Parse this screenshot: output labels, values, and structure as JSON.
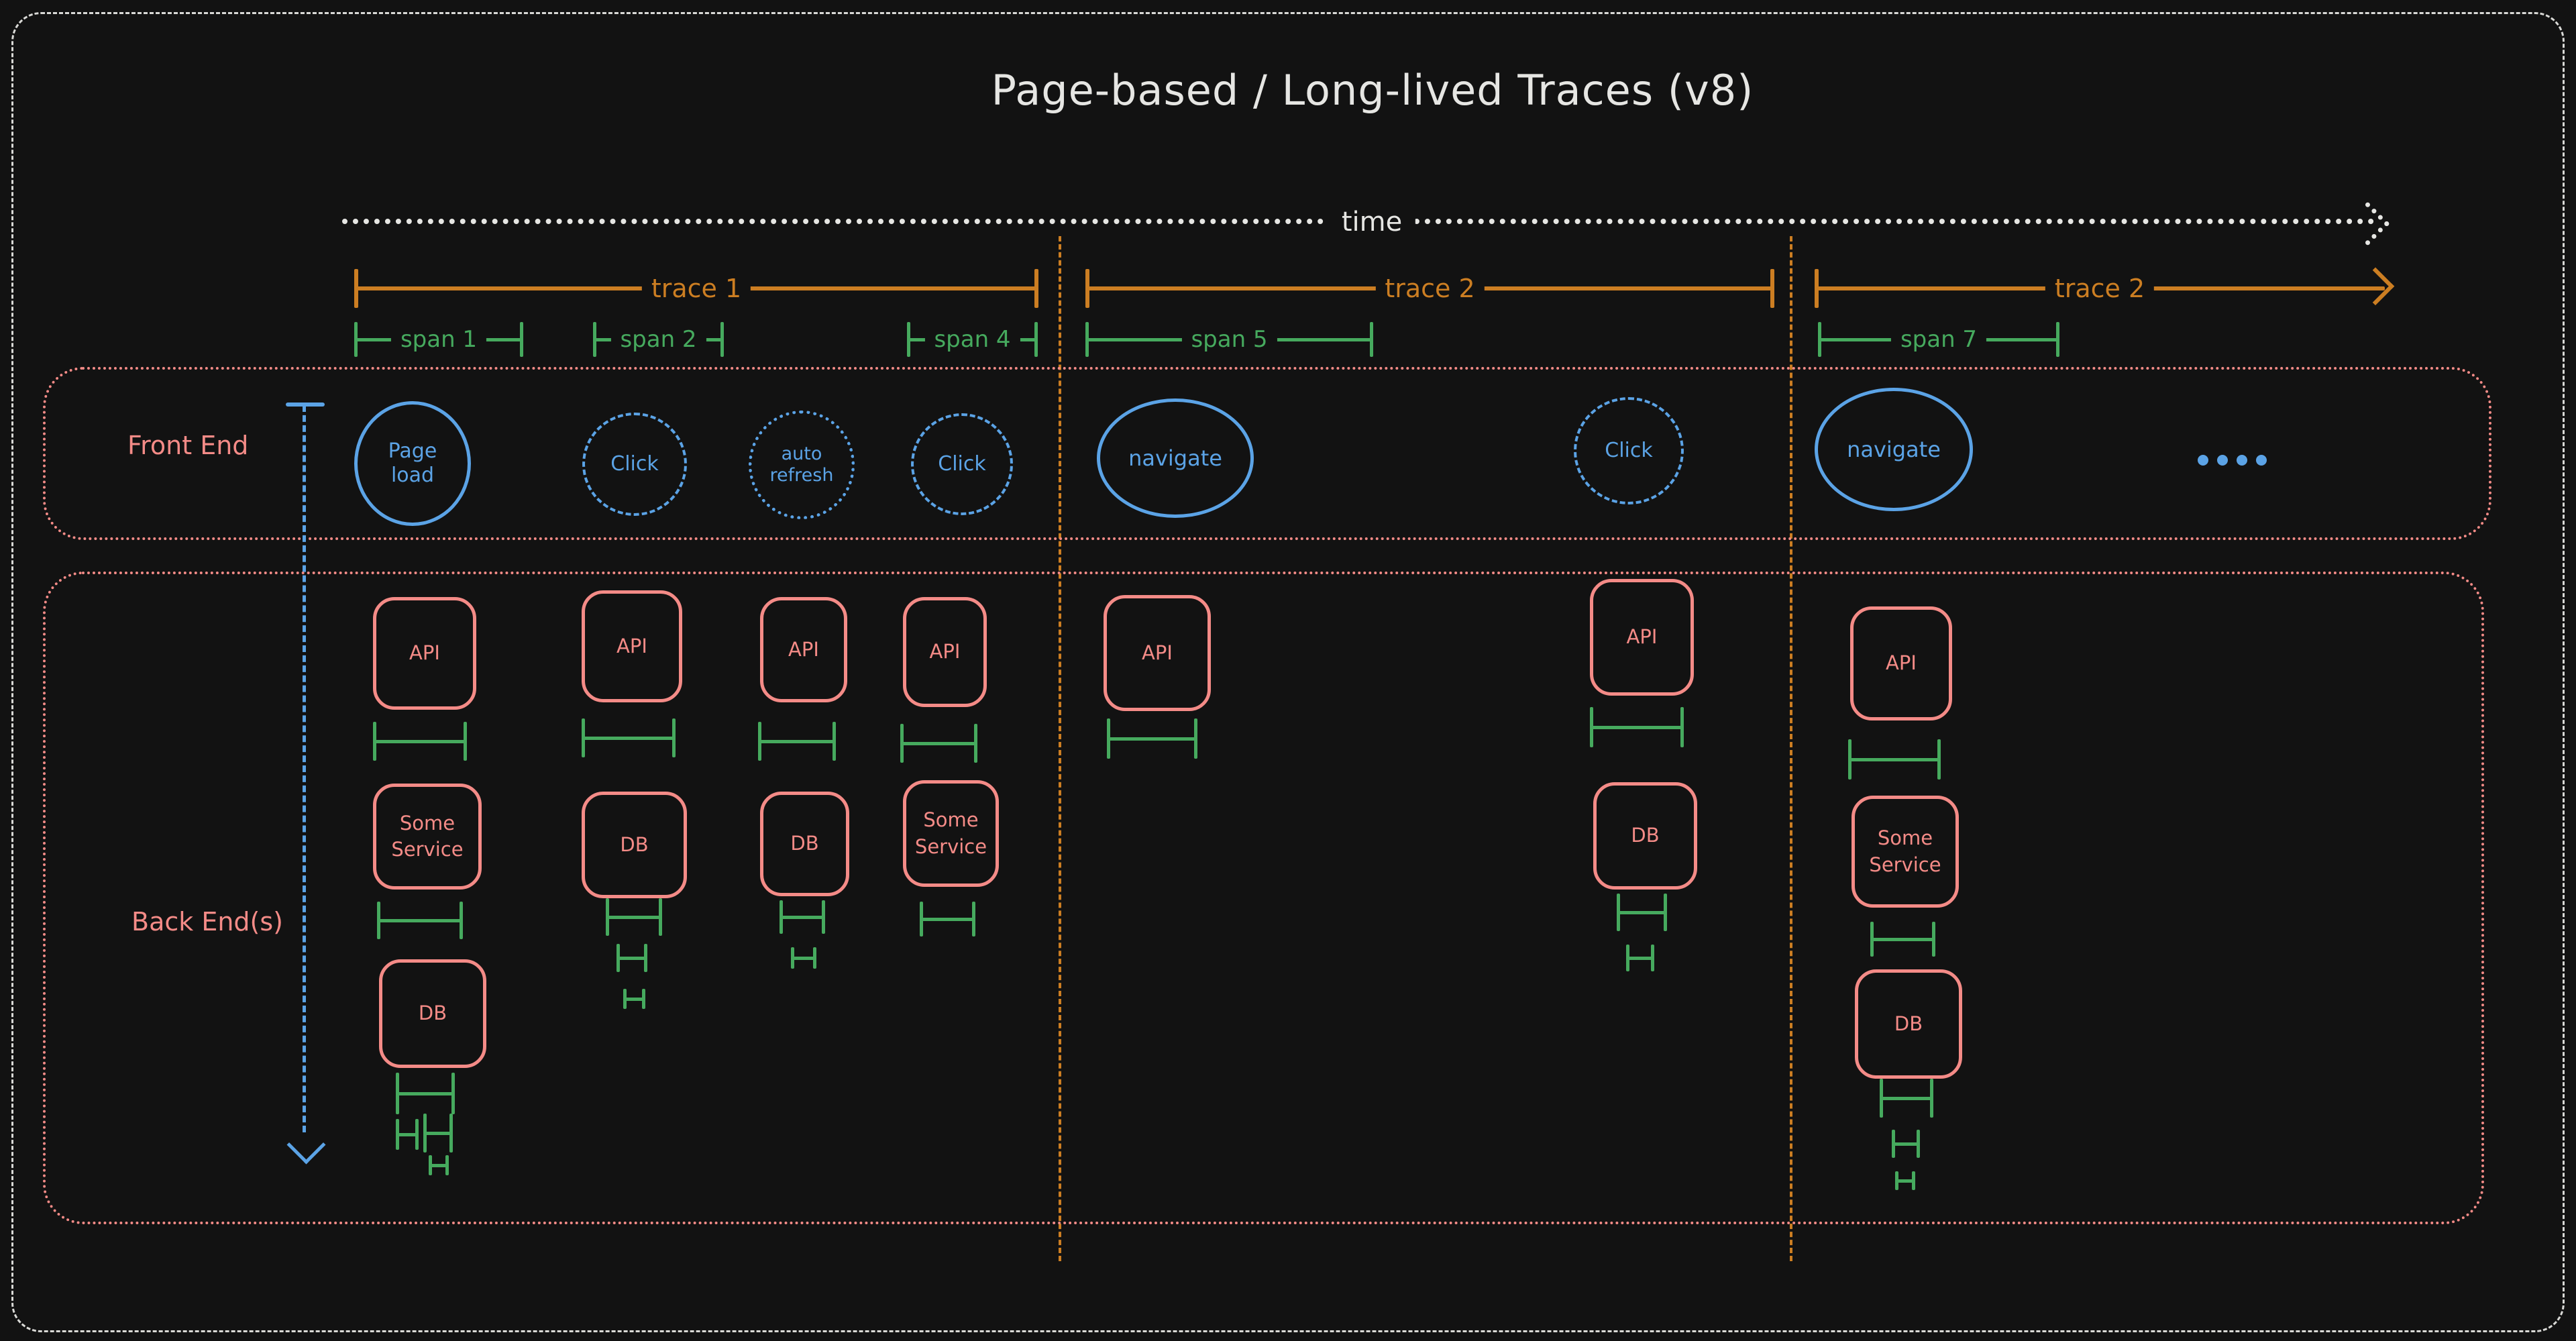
{
  "title": "Page-based / Long-lived Traces (v8)",
  "time_label": "time",
  "row_labels": {
    "frontend": "Front End",
    "backend": "Back End(s)"
  },
  "traces": [
    {
      "label": "trace 1"
    },
    {
      "label": "trace 2"
    },
    {
      "label": "trace 2"
    }
  ],
  "spans": [
    {
      "label": "span 1"
    },
    {
      "label": "span 2"
    },
    {
      "label": "span 4"
    },
    {
      "label": "span 5"
    },
    {
      "label": "span 7"
    }
  ],
  "frontend_events": [
    {
      "style": "solid",
      "lines": [
        "Page",
        "load"
      ]
    },
    {
      "style": "dashed",
      "lines": [
        "Click"
      ]
    },
    {
      "style": "dotted",
      "lines": [
        "auto",
        "refresh"
      ]
    },
    {
      "style": "dashed",
      "lines": [
        "Click"
      ]
    },
    {
      "style": "solid",
      "lines": [
        "navigate"
      ]
    },
    {
      "style": "dashed",
      "lines": [
        "Click"
      ]
    },
    {
      "style": "solid",
      "lines": [
        "navigate"
      ]
    }
  ],
  "frontend_ellipsis": "....",
  "backend_columns": [
    {
      "boxes": [
        {
          "lines": [
            "API"
          ]
        },
        {
          "lines": [
            "Some",
            "Service"
          ]
        },
        {
          "lines": [
            "DB"
          ]
        }
      ]
    },
    {
      "boxes": [
        {
          "lines": [
            "API"
          ]
        },
        {
          "lines": [
            "DB"
          ]
        }
      ]
    },
    {
      "boxes": [
        {
          "lines": [
            "API"
          ]
        },
        {
          "lines": [
            "DB"
          ]
        }
      ]
    },
    {
      "boxes": [
        {
          "lines": [
            "API"
          ]
        },
        {
          "lines": [
            "Some",
            "Service"
          ]
        }
      ]
    },
    {
      "boxes": [
        {
          "lines": [
            "API"
          ]
        }
      ]
    },
    {
      "boxes": [
        {
          "lines": [
            "API"
          ]
        },
        {
          "lines": [
            "DB"
          ]
        }
      ]
    },
    {
      "boxes": [
        {
          "lines": [
            "API"
          ]
        },
        {
          "lines": [
            "Some",
            "Service"
          ]
        },
        {
          "lines": [
            "DB"
          ]
        }
      ]
    }
  ],
  "colors": {
    "background": "#121212",
    "white": "#e6e6e3",
    "orange": "#cc7e22",
    "green": "#46aa5e",
    "blue": "#5ba3e6",
    "salmon": "#f48b87"
  }
}
